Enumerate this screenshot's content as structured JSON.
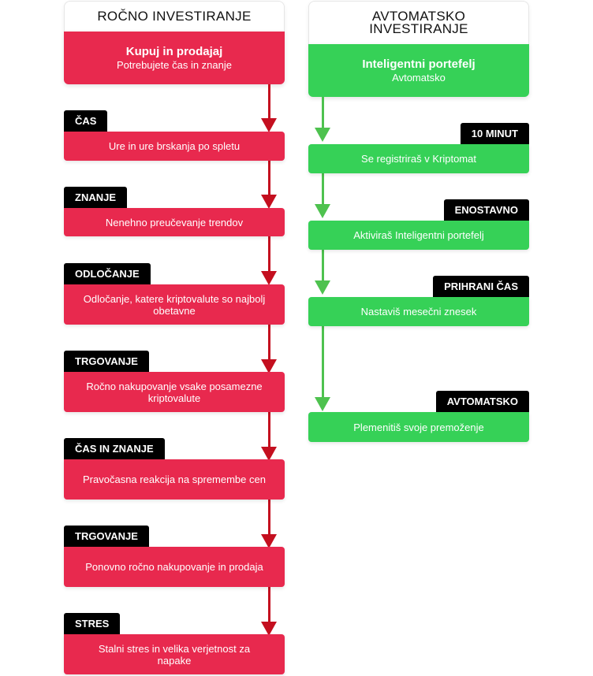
{
  "colors": {
    "red": "#e8294e",
    "green": "#36d157",
    "red_line": "#c40f1f",
    "green_line": "#4ec24f",
    "tag": "#000000"
  },
  "left": {
    "header": "ROČNO INVESTIRANJE",
    "main_title": "Kupuj in prodajaj",
    "main_subtitle": "Potrebujete čas in znanje",
    "steps": [
      {
        "tag": "ČAS",
        "text": "Ure in ure brskanja po spletu"
      },
      {
        "tag": "ZNANJE",
        "text": "Nenehno preučevanje trendov"
      },
      {
        "tag": "ODLOČANJE",
        "text": "Odločanje, katere kriptovalute so najbolj obetavne"
      },
      {
        "tag": "TRGOVANJE",
        "text": "Ročno nakupovanje vsake posamezne kriptovalute"
      },
      {
        "tag": "ČAS IN ZNANJE",
        "text": "Pravočasna reakcija na spremembe cen"
      },
      {
        "tag": "TRGOVANJE",
        "text": "Ponovno ročno nakupovanje in prodaja"
      },
      {
        "tag": "STRES",
        "text": "Stalni stres in velika verjetnost za napake"
      }
    ]
  },
  "right": {
    "header_line1": "AVTOMATSKO",
    "header_line2": "INVESTIRANJE",
    "main_title": "Inteligentni portefelj",
    "main_subtitle": "Avtomatsko",
    "steps": [
      {
        "tag": "10 MINUT",
        "text": "Se registriraš v Kriptomat"
      },
      {
        "tag": "ENOSTAVNO",
        "text": "Aktiviraš Inteligentni portefelj"
      },
      {
        "tag": "PRIHRANI ČAS",
        "text": "Nastaviš mesečni znesek"
      },
      {
        "tag": "AVTOMATSKO",
        "text": "Plemenitiš svoje premoženje"
      }
    ]
  }
}
